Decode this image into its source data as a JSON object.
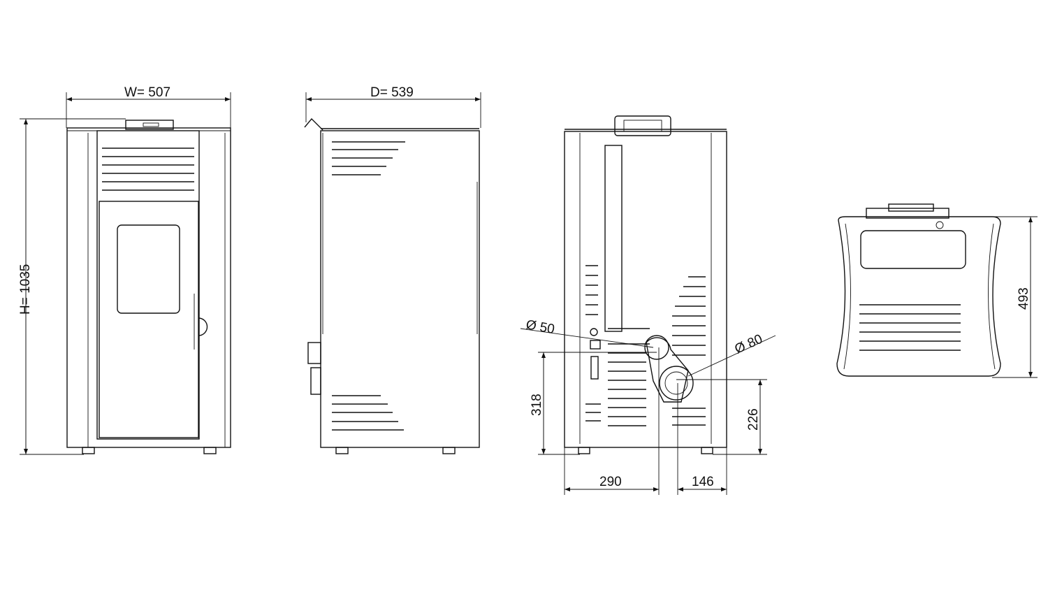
{
  "views": {
    "front": {
      "width_label": "W= 507",
      "height_label": "H= 1035"
    },
    "side": {
      "depth_label": "D= 539"
    },
    "back": {
      "pipe_small_label": "Ø 50",
      "pipe_large_label": "Ø 80",
      "height_small_pipe": "318",
      "height_large_pipe": "226",
      "offset_small_pipe": "290",
      "offset_large_pipe": "146"
    },
    "top": {
      "depth_label": "493"
    }
  }
}
